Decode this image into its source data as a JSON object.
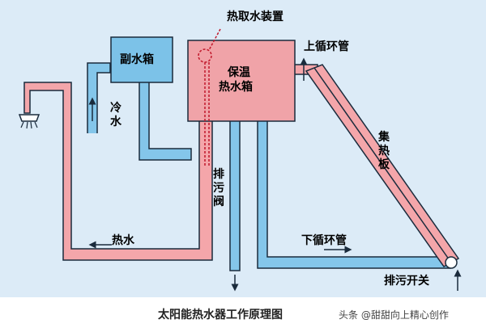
{
  "labels": {
    "heat_taking_device": "热取水装置",
    "upper_loop_pipe": "上循环管",
    "aux_tank": "副水箱",
    "insulated_tank_line1": "保温",
    "insulated_tank_line2": "热水箱",
    "cold_water": "冷水",
    "collector": "集热板",
    "drain_valve": "排污阀",
    "hot_water": "热水",
    "lower_loop_pipe": "下循环管",
    "drain_switch": "排污开关"
  },
  "caption": {
    "title": "太阳能热水器工作原理图",
    "credit": "头条 @甜甜向上精心创作"
  },
  "colors": {
    "background": "#dcebf7",
    "hot_pipe": "#f4a6aa",
    "cold_pipe": "#84c6ea",
    "insulated_tank": "#f0a3a8",
    "aux_tank": "#7cc2e8",
    "outline": "#1a2b3c"
  }
}
